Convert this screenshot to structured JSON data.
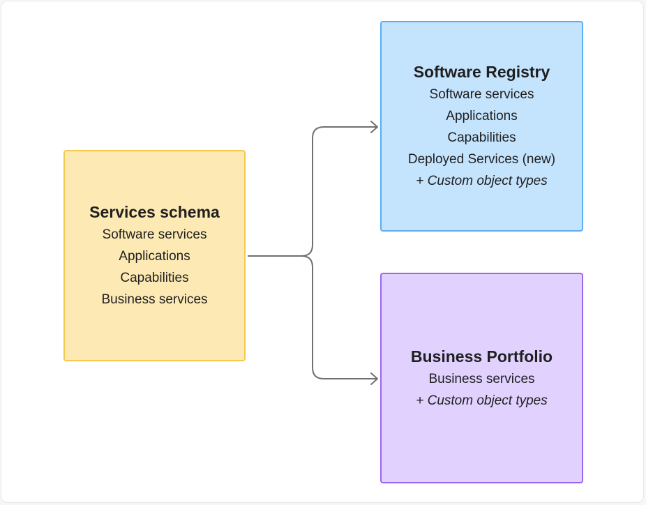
{
  "colors": {
    "schema_fill": "#fde9b4",
    "schema_border": "#f5c94e",
    "registry_fill": "#c4e3fd",
    "registry_border": "#5aaef3",
    "portfolio_fill": "#e0d1fe",
    "portfolio_border": "#9a66ee",
    "connector": "#707070"
  },
  "services_schema": {
    "title": "Services schema",
    "lines": [
      "Software services",
      "Applications",
      "Capabilities",
      "Business services"
    ]
  },
  "software_registry": {
    "title": "Software Registry",
    "lines": [
      "Software services",
      "Applications",
      "Capabilities",
      "Deployed Services (new)"
    ],
    "extra": "+ Custom object types"
  },
  "business_portfolio": {
    "title": "Business Portfolio",
    "lines": [
      "Business services"
    ],
    "extra": "+ Custom object types"
  }
}
